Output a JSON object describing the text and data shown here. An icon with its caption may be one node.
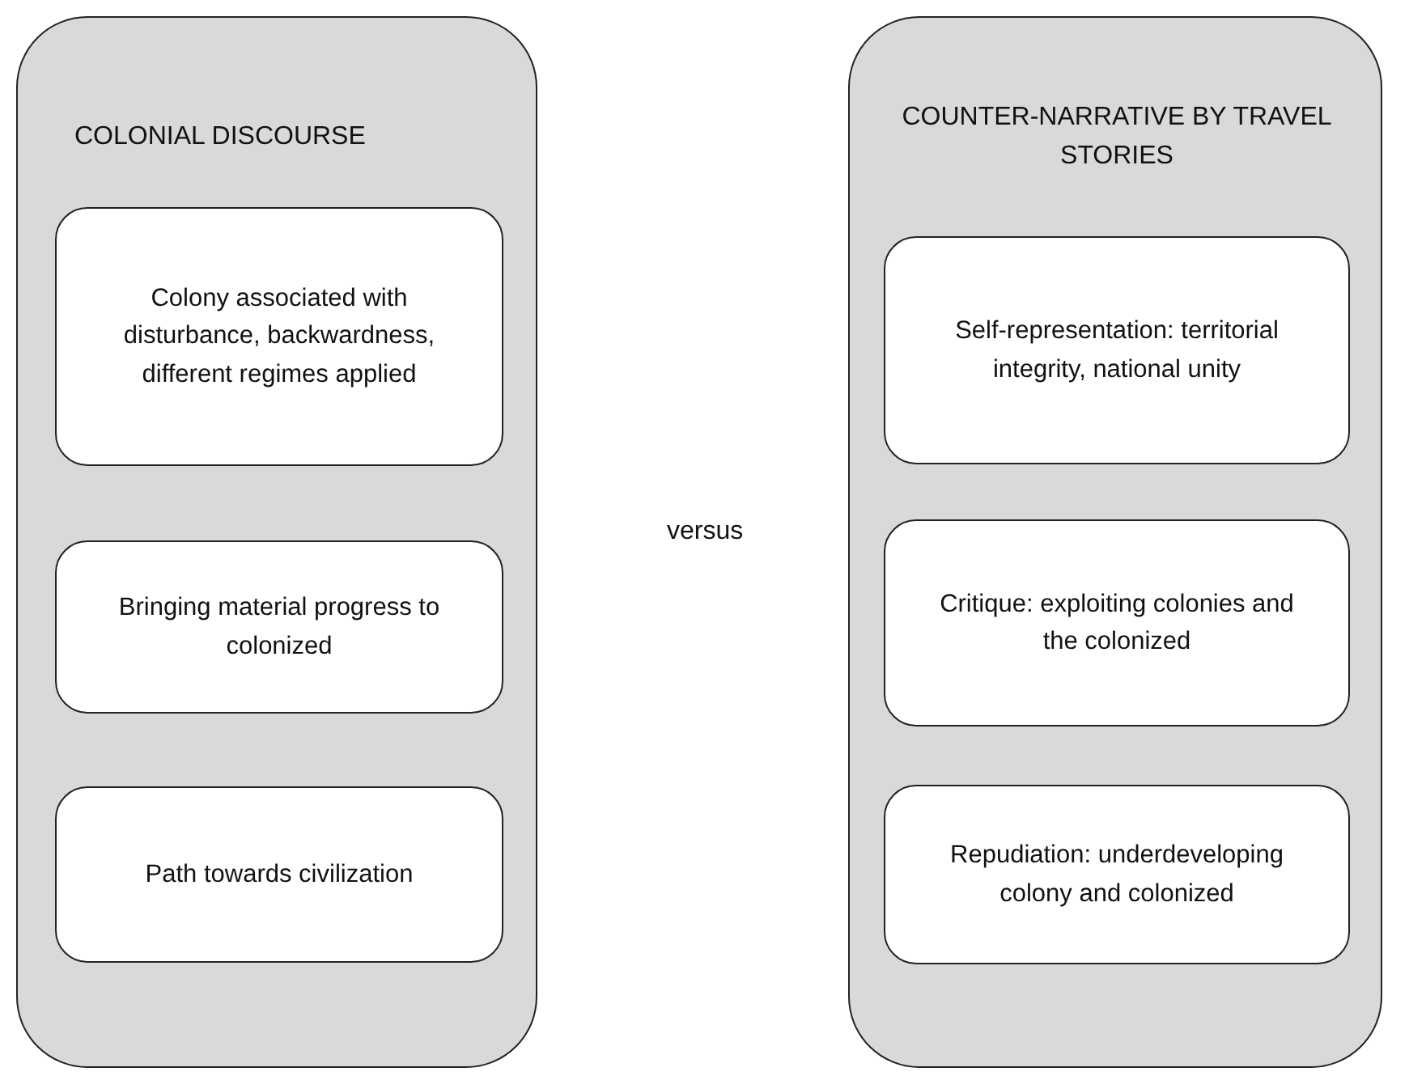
{
  "diagram": {
    "nodes": [
      {
        "text": [
          "COLONIAL DISCOURSE"
        ]
      },
      {
        "text": [
          "Colony associated with disturbance, backwardness, different regimes applied"
        ],
        "in": 0
      },
      {
        "text": [
          "Bringing material progress to colonized"
        ],
        "in": 0
      },
      {
        "text": [
          "Path towards civilization"
        ],
        "in": 0
      },
      {
        "text": [
          "COUNTER-NARRATIVE BY TRAVEL STORIES"
        ]
      },
      {
        "text": [
          "Self-representation: territorial integrity, national unity"
        ],
        "in": 4
      },
      {
        "text": [
          "Critique: exploiting colonies and the colonized"
        ],
        "in": 4
      },
      {
        "text": [
          "Repudiation: underdeveloping colony and colonized"
        ],
        "in": 4
      }
    ],
    "labels": [
      "versus"
    ]
  }
}
